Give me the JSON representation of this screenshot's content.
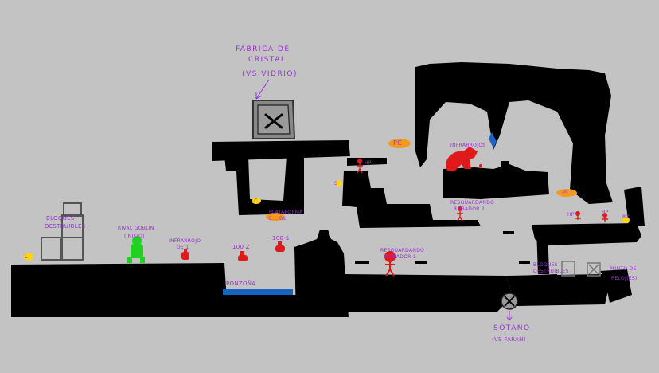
{
  "colors": {
    "background": "#c3c3c3",
    "terrain": "#000000",
    "label": "#9b2fd6",
    "enemy": "#e0191b",
    "player": "#1fd21f",
    "water": "#1565c0",
    "item_orange": "#f39a1e",
    "item_yellow": "#ffd21a"
  },
  "labels": {
    "fabrica_line1": "FÁBRICA DE",
    "fabrica_line2": "CRISTAL",
    "fabrica_line3": "(VS VIDRIO)",
    "sotano_line1": "SÓTANO",
    "sotano_line2": "(VS FARAH)",
    "bloques_left_1": "BLOQUES",
    "bloques_left_2": "DESTRUIBLES",
    "bloques_right_1": "BLOQUES",
    "bloques_right_2": "DESTRUIBLES",
    "punto_reloj_1": "PUNTO DE",
    "punto_reloj_2": "RELOJ(ES)",
    "rival_1": "RIVAL GOBLIN",
    "rival_2": "(INICIO)",
    "infrarrojo_1": "INFRARROJO",
    "infrarrojo_2": "DE 1",
    "hp1": "100 Z",
    "hp2": "100 $",
    "ponzona": "PONZOÑA",
    "plataforma_1": "PLATAFORMA",
    "plataforma_2": "E... OL",
    "resguardo1_1": "RESGUARDANDO",
    "resguardo1_2": "ROBADOR 1",
    "resguardo2_1": "RESGUARDANDO",
    "resguardo2_2": "ROBADOR 2",
    "infrarrojos": "INFRARROJOS",
    "tag_hp_upper": "HP",
    "tag_hp_right1": "HP",
    "tag_hp_right2": "HP",
    "tag_pc_top": "PC",
    "tag_pc_right": "PC",
    "tag_pc_mid": "PC",
    "tag_l_left": "L",
    "tag_lc_mid": "LC",
    "tag_s_small": "S",
    "tag_rx": "RX"
  },
  "icons": {
    "crate_mark": "x-mark-icon",
    "door_mark": "x-mark-icon",
    "arrow": "arrow-icon"
  }
}
